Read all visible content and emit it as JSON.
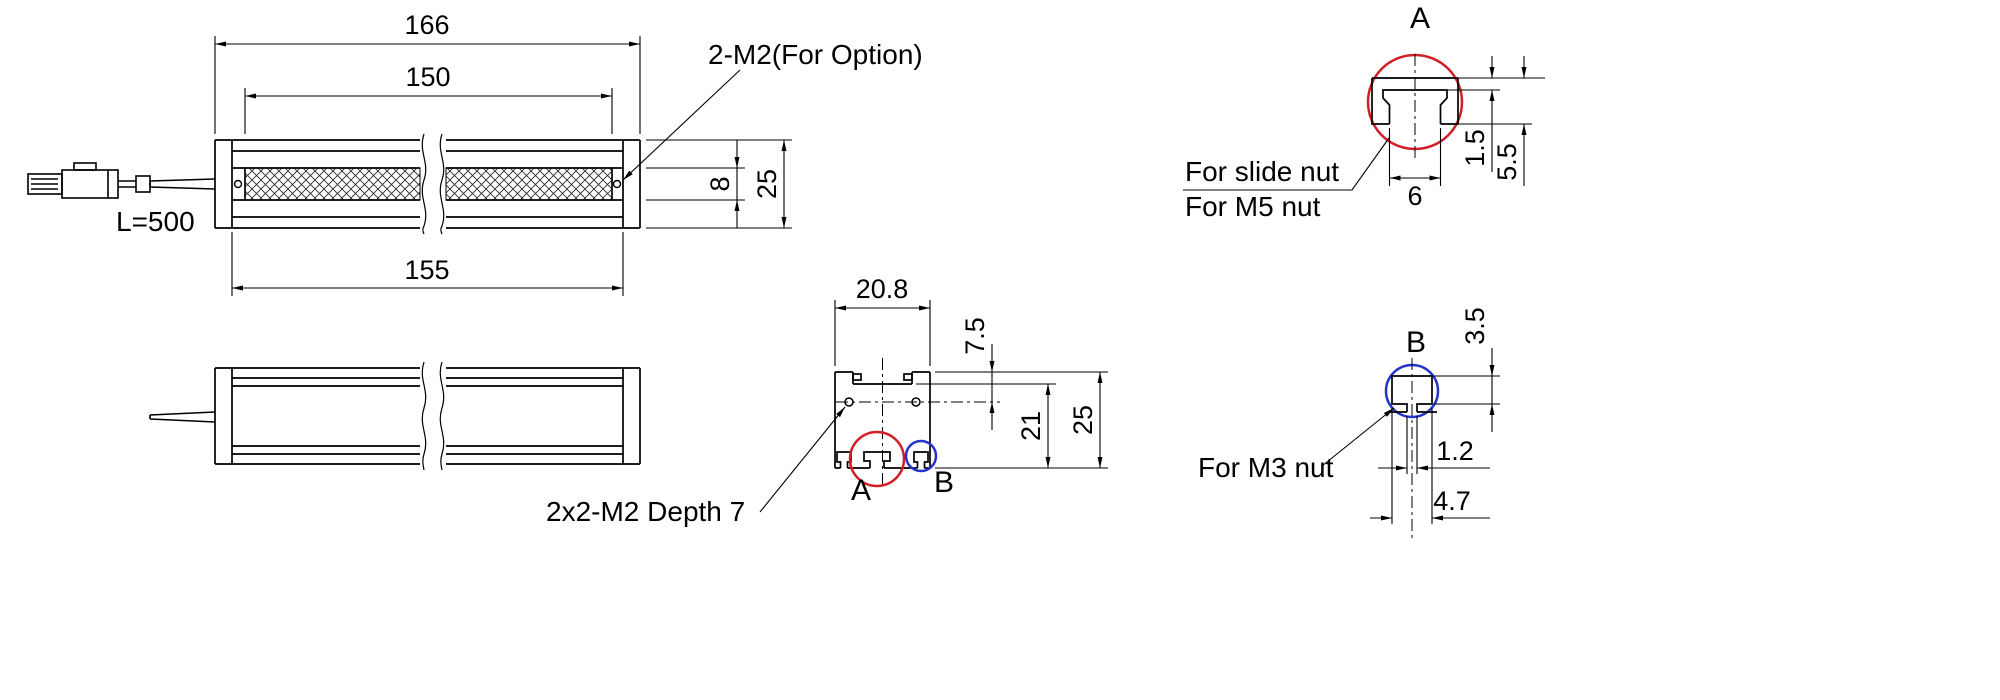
{
  "drawing": {
    "main_view": {
      "dim_overall_length": "166",
      "dim_window_length": "150",
      "dim_body_length": "155",
      "dim_window_height": "8",
      "dim_body_height": "25",
      "cable_length_label": "L=500",
      "option_holes_callout": "2-M2(For Option)"
    },
    "section_view": {
      "dim_width": "20.8",
      "dim_hole_offset": "7.5",
      "dim_inner_height": "21",
      "dim_height": "25",
      "detail_a_marker": "A",
      "detail_b_marker": "B",
      "mount_holes_callout": "2x2-M2 Depth 7"
    },
    "detail_a": {
      "title": "A",
      "dim_slot_width": "6",
      "dim_lip_depth": "1.5",
      "dim_slot_depth": "5.5",
      "note_line_1": "For slide nut",
      "note_line_2": "For M5 nut"
    },
    "detail_b": {
      "title": "B",
      "dim_slot_height": "3.5",
      "dim_neck_width": "1.2",
      "dim_cavity_width": "4.7",
      "note": "For M3 nut"
    },
    "colors": {
      "detail_a_circle": "#d01f26",
      "detail_b_circle": "#2433cc"
    }
  }
}
